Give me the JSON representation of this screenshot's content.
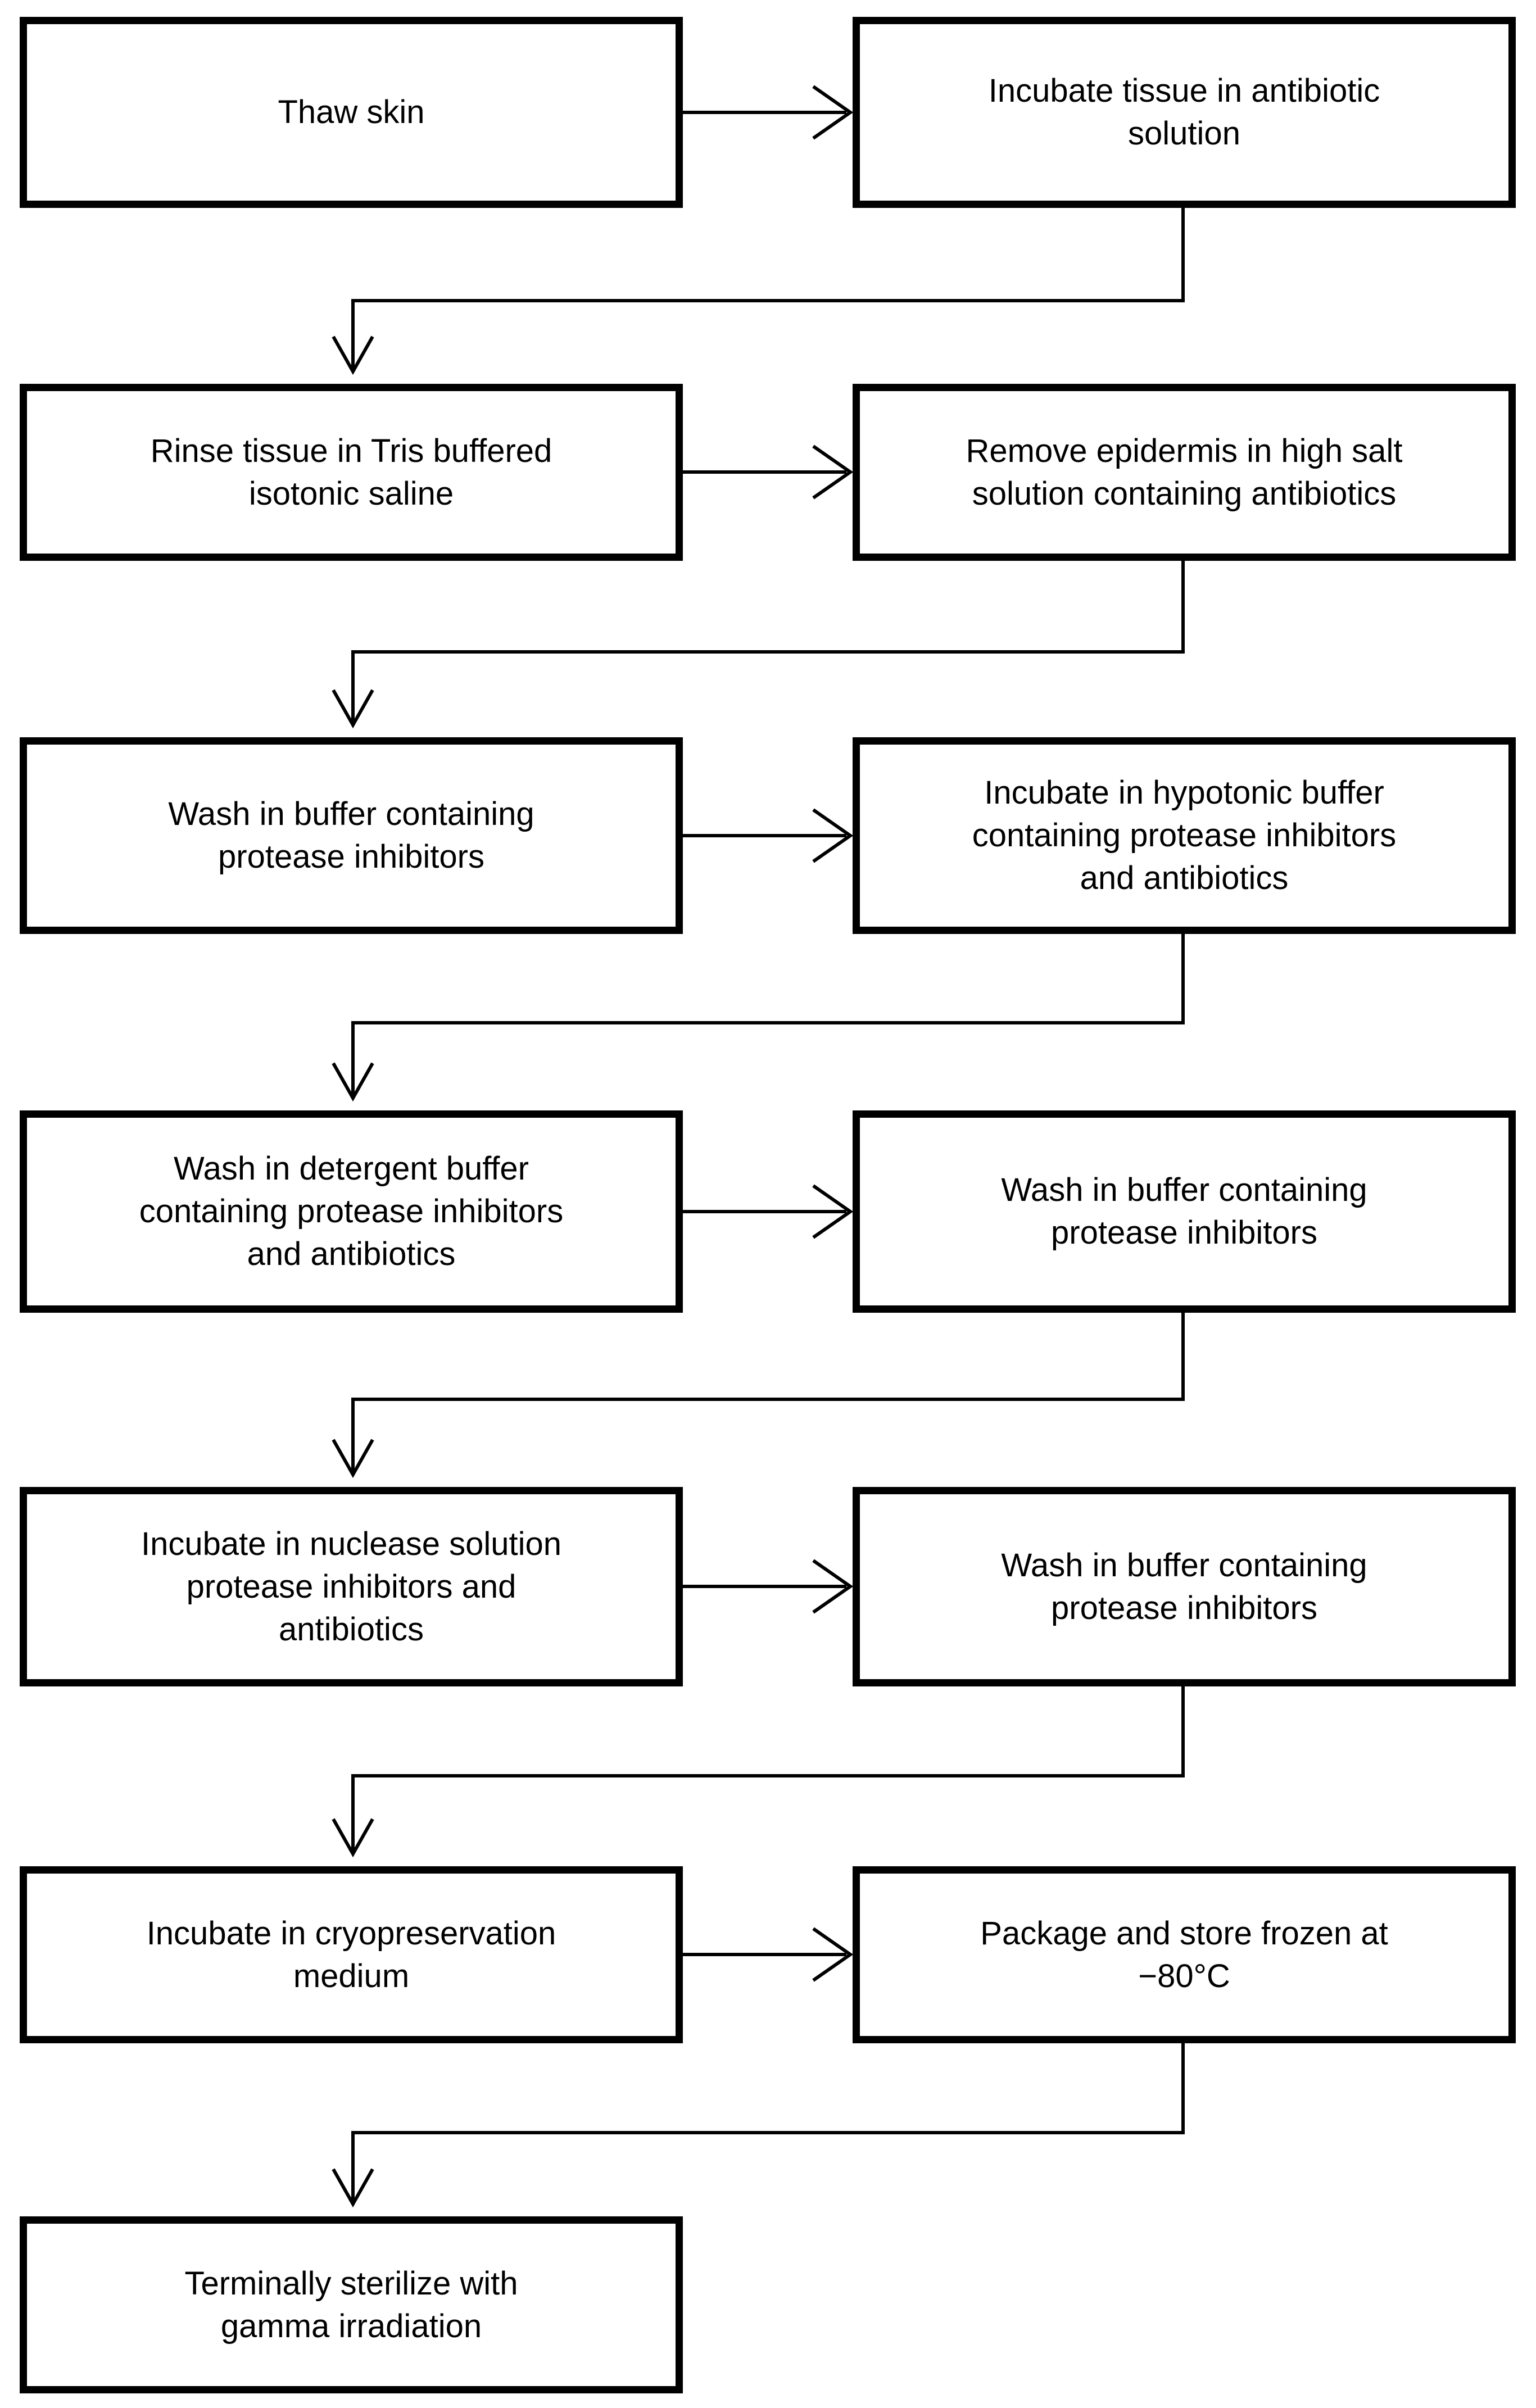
{
  "diagram": {
    "type": "flowchart",
    "background_color": "#ffffff",
    "box_border_color": "#000000",
    "box_fill_color": "#ffffff",
    "text_color": "#000000",
    "connector_color": "#000000",
    "nodes": [
      {
        "id": "thaw-skin",
        "label": "Thaw skin",
        "row": 1,
        "column": "left"
      },
      {
        "id": "incubate-antibiotic",
        "label": "Incubate tissue in antibiotic solution",
        "row": 1,
        "column": "right"
      },
      {
        "id": "rinse-tris",
        "label": "Rinse tissue in Tris buffered isotonic saline",
        "row": 2,
        "column": "left"
      },
      {
        "id": "remove-epidermis",
        "label": "Remove epidermis in high salt solution containing antibiotics",
        "row": 2,
        "column": "right"
      },
      {
        "id": "wash-protease-1",
        "label": "Wash in buffer containing protease inhibitors",
        "row": 3,
        "column": "left"
      },
      {
        "id": "incubate-hypotonic",
        "label": "Incubate in hypotonic buffer containing protease inhibitors and antibiotics",
        "row": 3,
        "column": "right"
      },
      {
        "id": "wash-detergent",
        "label": "Wash in detergent buffer containing protease inhibitors and antibiotics",
        "row": 4,
        "column": "left"
      },
      {
        "id": "wash-protease-2",
        "label": "Wash in buffer containing protease inhibitors",
        "row": 4,
        "column": "right"
      },
      {
        "id": "incubate-nuclease",
        "label": "Incubate in nuclease solution protease inhibitors and antibiotics",
        "row": 5,
        "column": "left"
      },
      {
        "id": "wash-protease-3",
        "label": "Wash in buffer containing protease inhibitors",
        "row": 5,
        "column": "right"
      },
      {
        "id": "incubate-cryo",
        "label": "Incubate in cryopreservation medium",
        "row": 6,
        "column": "left"
      },
      {
        "id": "package-store",
        "label": "Package and store frozen at −80°C",
        "row": 6,
        "column": "right"
      },
      {
        "id": "sterilize-gamma",
        "label": "Terminally sterilize with gamma irradiation",
        "row": 7,
        "column": "left"
      }
    ],
    "edges": [
      {
        "from": "thaw-skin",
        "to": "incubate-antibiotic"
      },
      {
        "from": "incubate-antibiotic",
        "to": "rinse-tris"
      },
      {
        "from": "rinse-tris",
        "to": "remove-epidermis"
      },
      {
        "from": "remove-epidermis",
        "to": "wash-protease-1"
      },
      {
        "from": "wash-protease-1",
        "to": "incubate-hypotonic"
      },
      {
        "from": "incubate-hypotonic",
        "to": "wash-detergent"
      },
      {
        "from": "wash-detergent",
        "to": "wash-protease-2"
      },
      {
        "from": "wash-protease-2",
        "to": "incubate-nuclease"
      },
      {
        "from": "incubate-nuclease",
        "to": "wash-protease-3"
      },
      {
        "from": "wash-protease-3",
        "to": "incubate-cryo"
      },
      {
        "from": "incubate-cryo",
        "to": "package-store"
      },
      {
        "from": "package-store",
        "to": "sterilize-gamma"
      }
    ]
  }
}
